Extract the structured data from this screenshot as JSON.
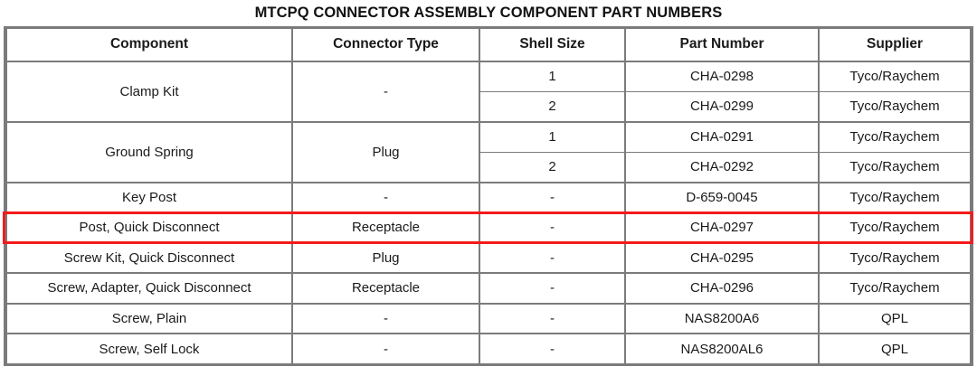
{
  "document": {
    "title": "MTCPQ CONNECTOR ASSEMBLY COMPONENT PART NUMBERS"
  },
  "table": {
    "columns": [
      {
        "key": "component",
        "label": "Component"
      },
      {
        "key": "connector_type",
        "label": "Connector Type"
      },
      {
        "key": "shell_size",
        "label": "Shell Size"
      },
      {
        "key": "part_number",
        "label": "Part Number"
      },
      {
        "key": "supplier",
        "label": "Supplier"
      }
    ],
    "rows": [
      {
        "component": "Clamp Kit",
        "connector_type": "-",
        "shell_size": "1",
        "part_number": "CHA-0298",
        "supplier": "Tyco/Raychem"
      },
      {
        "component": "Clamp Kit",
        "connector_type": "-",
        "shell_size": "2",
        "part_number": "CHA-0299",
        "supplier": "Tyco/Raychem"
      },
      {
        "component": "Ground Spring",
        "connector_type": "Plug",
        "shell_size": "1",
        "part_number": "CHA-0291",
        "supplier": "Tyco/Raychem"
      },
      {
        "component": "Ground Spring",
        "connector_type": "Plug",
        "shell_size": "2",
        "part_number": "CHA-0292",
        "supplier": "Tyco/Raychem"
      },
      {
        "component": "Key Post",
        "connector_type": "-",
        "shell_size": "-",
        "part_number": "D-659-0045",
        "supplier": "Tyco/Raychem"
      },
      {
        "component": "Post, Quick Disconnect",
        "connector_type": "Receptacle",
        "shell_size": "-",
        "part_number": "CHA-0297",
        "supplier": "Tyco/Raychem"
      },
      {
        "component": "Screw Kit, Quick Disconnect",
        "connector_type": "Plug",
        "shell_size": "-",
        "part_number": "CHA-0295",
        "supplier": "Tyco/Raychem"
      },
      {
        "component": "Screw, Adapter, Quick Disconnect",
        "connector_type": "Receptacle",
        "shell_size": "-",
        "part_number": "CHA-0296",
        "supplier": "Tyco/Raychem"
      },
      {
        "component": "Screw, Plain",
        "connector_type": "-",
        "shell_size": "-",
        "part_number": "NAS8200A6",
        "supplier": "QPL"
      },
      {
        "component": "Screw, Self Lock",
        "connector_type": "-",
        "shell_size": "-",
        "part_number": "NAS8200AL6",
        "supplier": "QPL"
      }
    ]
  },
  "annotation": {
    "highlight_row_component": "Post, Quick Disconnect",
    "highlight_color": "#f31b1b",
    "border_color": "#7b7b7b"
  }
}
